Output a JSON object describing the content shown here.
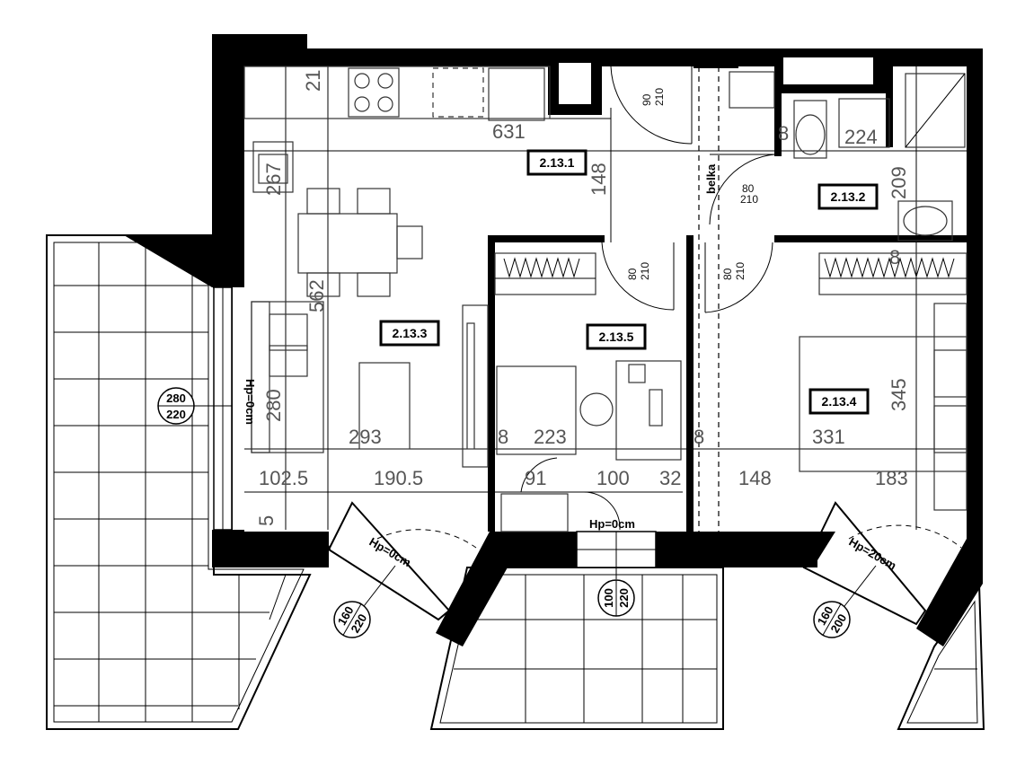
{
  "rooms": [
    {
      "id": "2.13.1"
    },
    {
      "id": "2.13.2"
    },
    {
      "id": "2.13.3"
    },
    {
      "id": "2.13.4"
    },
    {
      "id": "2.13.5"
    }
  ],
  "dimensions": {
    "d21": "21",
    "d631": "631",
    "d148a": "148",
    "d267": "267",
    "d562": "562",
    "d280": "280",
    "d293": "293",
    "d8a": "8",
    "d223": "223",
    "d8b": "8",
    "d331": "331",
    "d345": "345",
    "d224": "224",
    "d209": "209",
    "d8c": "8",
    "d8d": "8",
    "d1025": "102.5",
    "d1905": "190.5",
    "d91": "91",
    "d100": "100",
    "d32": "32",
    "d148b": "148",
    "d183": "183",
    "d5": "5"
  },
  "doors": {
    "kitchen_door": [
      "90",
      "210"
    ],
    "bath_door": [
      "80",
      "210"
    ],
    "room5_door": [
      "80",
      "210"
    ],
    "room4_door": [
      "80",
      "210"
    ]
  },
  "notes": {
    "belka": "belka",
    "hp_left": "Hp=0cm",
    "hp_center": "Hp=0cm",
    "hp_balcony_left": "Hp=0cm",
    "hp_balcony_right": "Hp=20cm"
  },
  "openings": {
    "left_window": [
      "280",
      "220"
    ],
    "balcony_left": [
      "160",
      "220"
    ],
    "balcony_center": [
      "100",
      "220"
    ],
    "balcony_right": [
      "160",
      "200"
    ]
  }
}
